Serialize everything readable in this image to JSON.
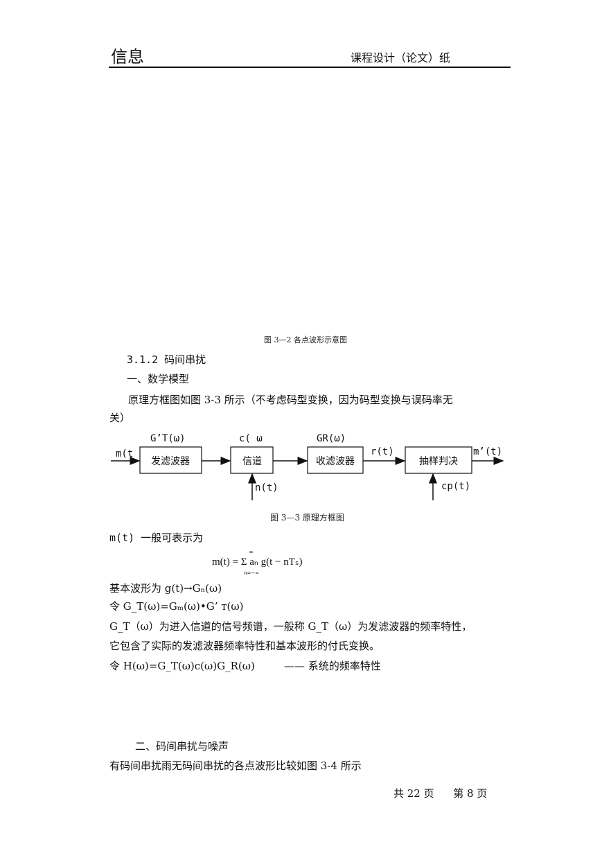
{
  "header": {
    "left": "信息",
    "right": "课程设计（论文）纸"
  },
  "figure_3_2": {
    "caption": "图 3—2 各点波形示意图"
  },
  "section": {
    "number": "3.1.2 码间串扰",
    "sub1": "一、数学模型",
    "intro_line1": "原理方框图如图 3-3 所示（不考虑码型变换，因为码型变换与误码率无",
    "intro_line2": "关）"
  },
  "diagram": {
    "input_label": "m(t",
    "output_label": "m’(t)",
    "blocks": [
      {
        "name": "发滤波器",
        "transfer": "G’T(ω)"
      },
      {
        "name": "信道",
        "transfer": "c(  ω"
      },
      {
        "name": "收滤波器",
        "transfer": "GR(ω)"
      },
      {
        "name": "抽样判决",
        "transfer": ""
      }
    ],
    "noise_label": "n(t)",
    "between_label": "r(t)",
    "clock_label": "cp(t)",
    "caption": "图 3—3 原理方框图"
  },
  "text": {
    "m_expr": "m(t) 一般可表示为",
    "formula": "m(t) = Σ aₙ g(t − nTₛ)",
    "formula_upper": "∞",
    "formula_lower": "n=−∞",
    "basic_wave": "基本波形为 g(t)→Gₙ(ω)",
    "let_gt": "令 G_T(ω)=Gₘ(ω)•G’ ᴛ(ω)",
    "gt_desc_line1": "G_T（ω）为进入信道的信号频谱，一般称 G_T（ω）为发滤波器的频率特性，",
    "gt_desc_line2": "它包含了实际的发滤波器频率特性和基本波形的付氏变换。",
    "let_h": "令 H(ω)=G_T(ω)c(ω)G_R(ω)",
    "let_h_desc": "—— 系统的频率特性",
    "sub2": "二、码间串扰与噪声",
    "compare": "有码间串扰雨无码间串扰的各点波形比较如图 3-4 所示"
  },
  "footer": {
    "total": "共 22 页",
    "current": "第 8 页"
  }
}
